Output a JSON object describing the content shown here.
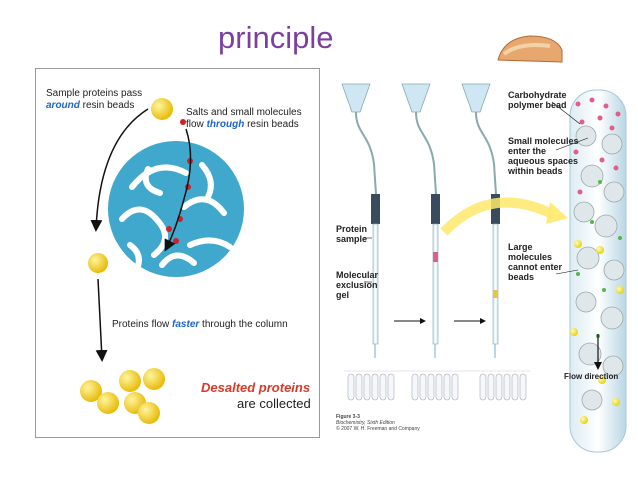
{
  "slide": {
    "title": "principle"
  },
  "left": {
    "sample_line1": "Sample proteins pass",
    "sample_around": "around",
    "sample_line2_rest": " resin beads",
    "salts_line1": "Salts and small molecules",
    "salts_line2_pre": "flow ",
    "salts_through": "through",
    "salts_line2_post": " resin beads",
    "flow_pre": "Proteins flow ",
    "flow_faster": "faster",
    "flow_post": " through the column",
    "desalted": "Desalted proteins",
    "collected": "are collected"
  },
  "right": {
    "carbohydrate": [
      "Carbohydrate",
      "polymer bead"
    ],
    "small_molecules": [
      "Small molecules",
      "enter the",
      "aqueous spaces",
      "within beads"
    ],
    "protein_sample": [
      "Protein",
      "sample"
    ],
    "molecular": [
      "Molecular",
      "exclusion",
      "gel"
    ],
    "large": [
      "Large",
      "molecules",
      "cannot enter",
      "beads"
    ],
    "flow_direction": "Flow direction",
    "figure": [
      "Figure 3-3",
      "Biochemistry, Sixth Edition",
      "© 2007 W. H. Freeman and Company"
    ]
  },
  "colors": {
    "title": "#7b3fa0",
    "bead": "#3fa8cc",
    "protein": "#f2c400",
    "emphasis": "#1d66c8",
    "desalted": "#d83a2a"
  },
  "icons": {
    "corner": "bread-slice-icon",
    "column": "chromatography-column-icon"
  }
}
